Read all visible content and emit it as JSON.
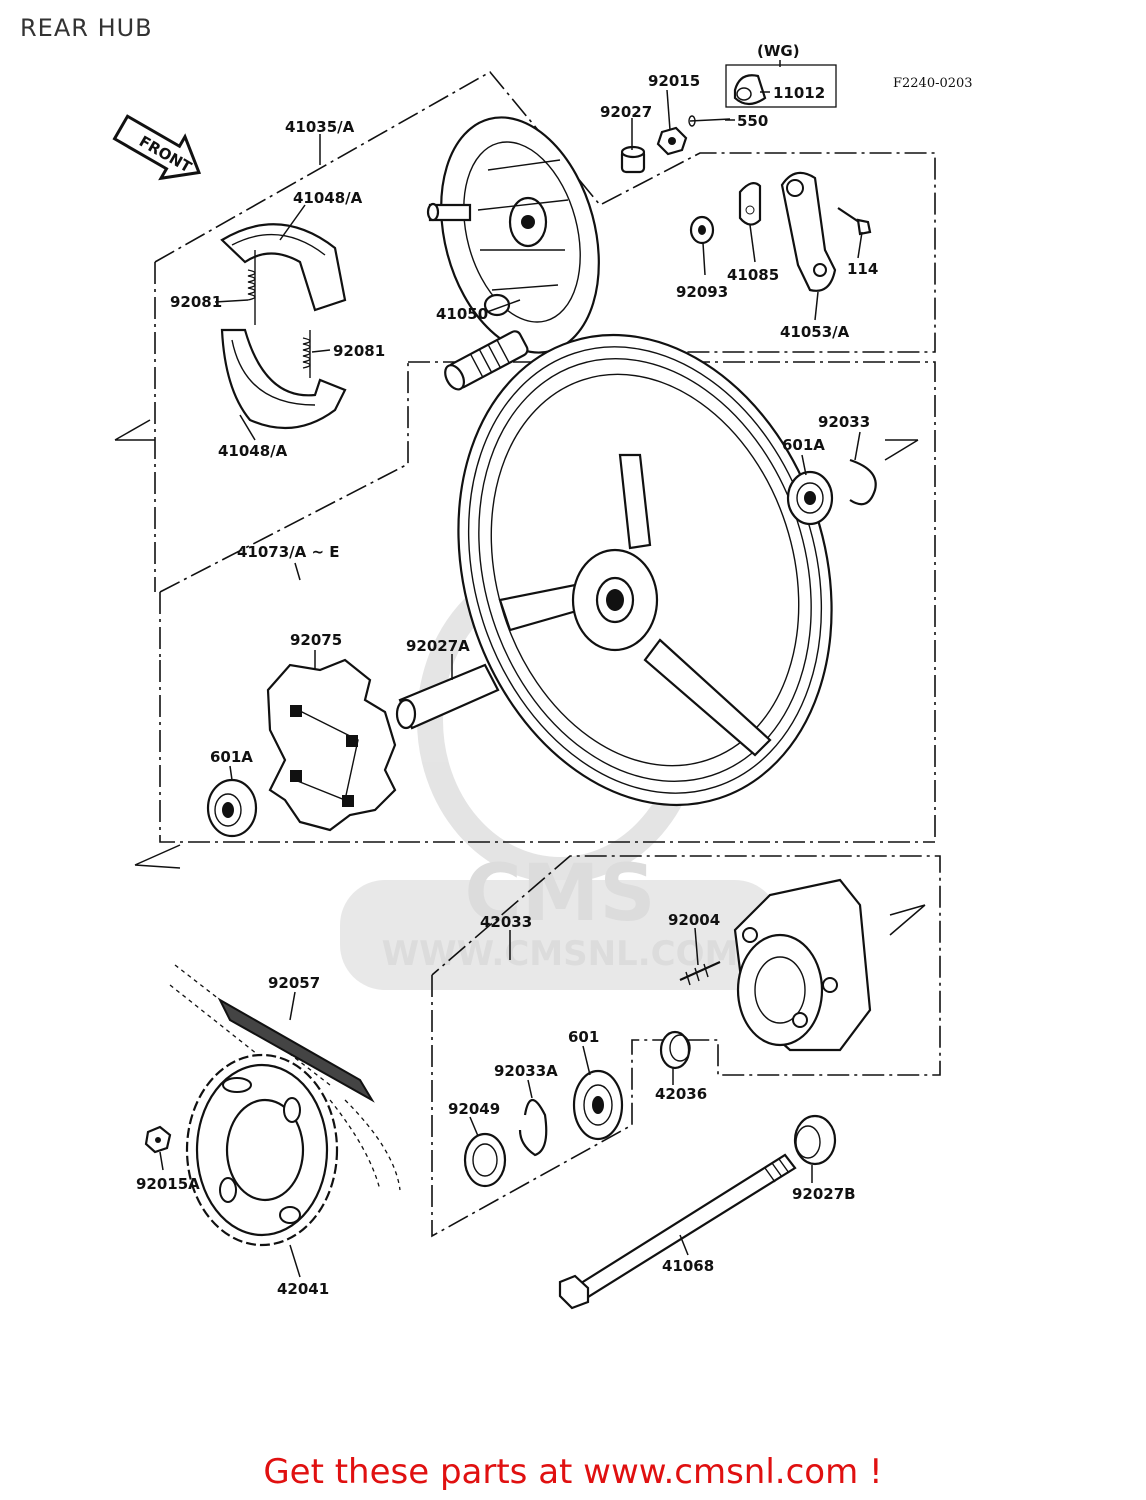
{
  "title": "REAR HUB",
  "figure_code": "F2240-0203",
  "front_arrow": "FRONT",
  "variant_group": "(WG)",
  "watermark": {
    "brand": "CMS",
    "url": "WWW.CMSNL.COM"
  },
  "footer": "Get these parts at www.cmsnl.com !",
  "labels": {
    "p41035A": "41035/A",
    "p41048A_top": "41048/A",
    "p92081_l": "92081",
    "p92081_r": "92081",
    "p41048A_bot": "41048/A",
    "p41050": "41050",
    "p92027": "92027",
    "p92015": "92015",
    "p11012": "11012",
    "p550": "550",
    "p92093": "92093",
    "p41085": "41085",
    "p114": "114",
    "p41053A": "41053/A",
    "p92033": "92033",
    "p601A_r": "601A",
    "p41073": "41073/A ~ E",
    "p92075": "92075",
    "p92027A": "92027A",
    "p601A_l": "601A",
    "p42033": "42033",
    "p92004": "92004",
    "p92057": "92057",
    "p601": "601",
    "p92033A": "92033A",
    "p42036": "42036",
    "p92049": "92049",
    "p92015A": "92015A",
    "p92027B": "92027B",
    "p41068": "41068",
    "p42041": "42041"
  }
}
